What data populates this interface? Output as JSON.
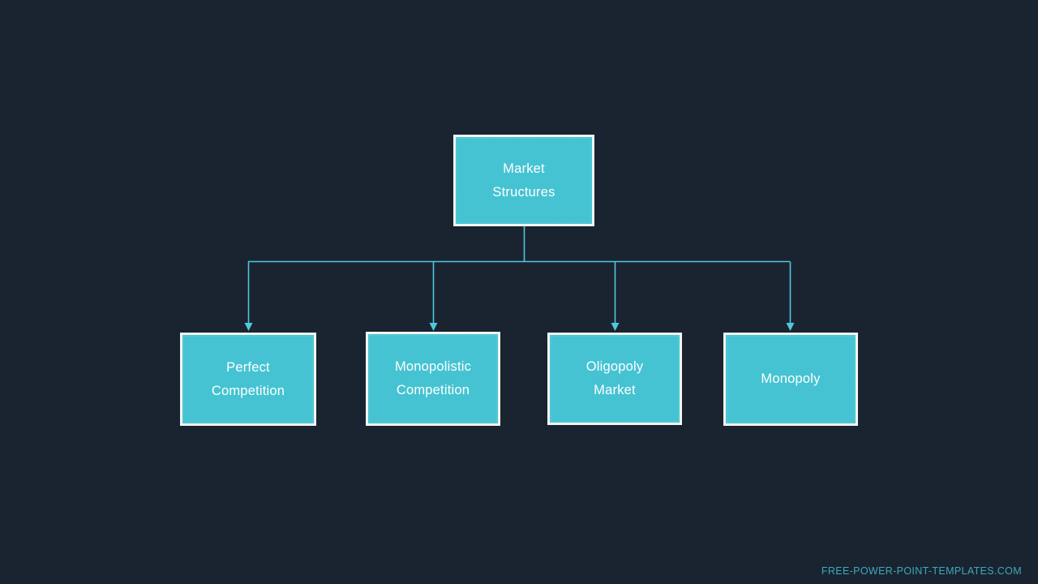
{
  "slide": {
    "background_color": "#1a2430",
    "title_hidden": "",
    "watermark": "FREE-POWER-POINT-TEMPLATES.COM",
    "watermark_color": "#3aa9bd"
  },
  "theme": {
    "node_fill": "#45c3d2",
    "node_border": "#f2f5f4",
    "node_text": "#ffffff",
    "connector_color": "#4ec8dc"
  },
  "diagram": {
    "type": "hierarchy",
    "root": {
      "id": "root",
      "label": "Market\nStructures"
    },
    "children": [
      {
        "id": "child-0",
        "label": "Perfect\nCompetition"
      },
      {
        "id": "child-1",
        "label": "Monopolistic\nCompetition"
      },
      {
        "id": "child-2",
        "label": "Oligopoly\nMarket"
      },
      {
        "id": "child-3",
        "label": "Monopoly"
      }
    ]
  }
}
